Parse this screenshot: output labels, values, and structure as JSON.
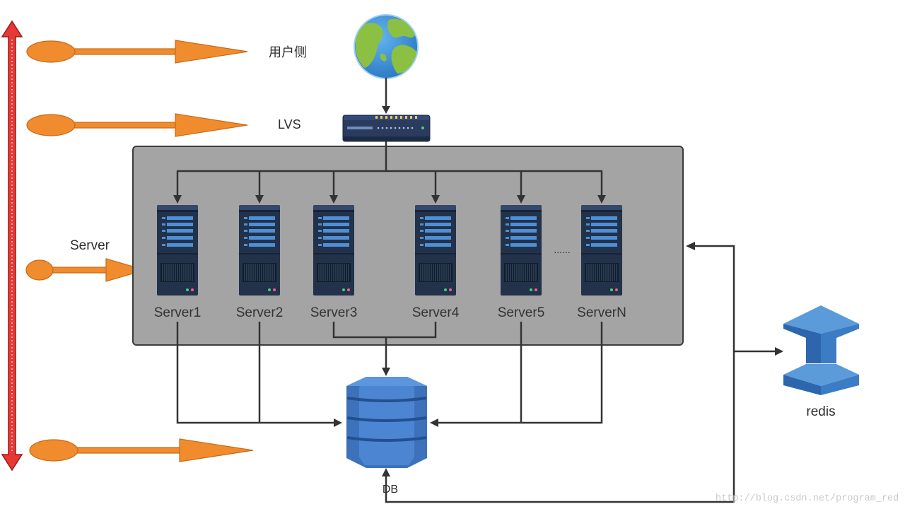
{
  "diagram": {
    "user_side_label": "用户侧",
    "lvs_label": "LVS",
    "server_layer_label": "Server",
    "ellipsis": "......",
    "db_label": "DB",
    "redis_label": "redis"
  },
  "servers": [
    {
      "label": "Server1"
    },
    {
      "label": "Server2"
    },
    {
      "label": "Server3"
    },
    {
      "label": "Server4"
    },
    {
      "label": "Server5"
    },
    {
      "label": "ServerN"
    }
  ],
  "watermark": "http://blog.csdn.net/program_red",
  "icons": {
    "globe": "globe-icon",
    "lvs": "load-balancer-icon",
    "server": "server-rack-icon",
    "db": "database-icon",
    "redis": "redis-cache-icon"
  },
  "colors": {
    "panel_fill": "#a4a4a4",
    "layer_arrow": "#f08c2e",
    "range_arrow": "#e53935",
    "connector": "#333333",
    "device_navy": "#22324a",
    "storage_blue": "#3d72bb"
  }
}
